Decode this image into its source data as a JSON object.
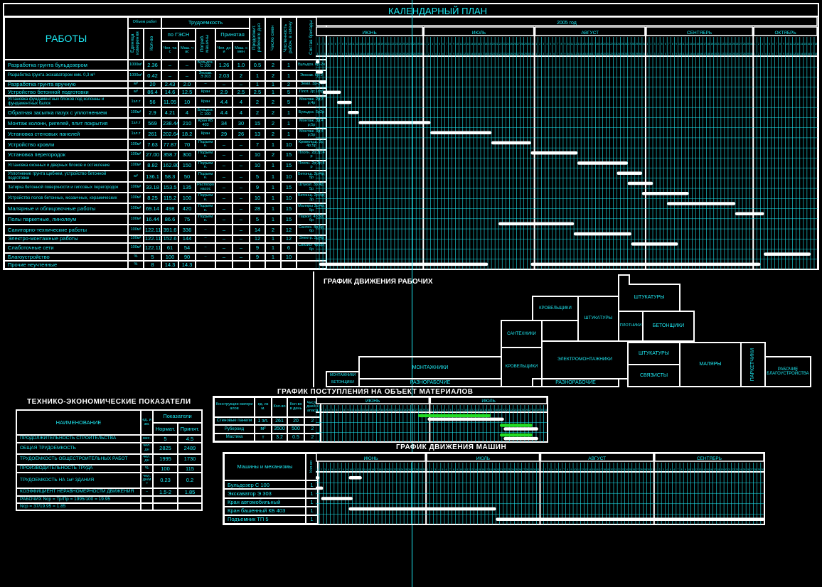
{
  "title": "КАЛЕНДАРНЫЙ ПЛАН",
  "year_label": "2005 год",
  "colors": {
    "cyan": "#1ee8f2",
    "white": "#ffffff",
    "green": "#22dd22",
    "background": "#000000"
  },
  "main_table": {
    "headers": {
      "works": "РАБОТЫ",
      "volume": "Объем работ",
      "unit": "Единица измерения",
      "qty": "Кол-во",
      "labor": "Трудоемкость",
      "gesn": "по ГЭСН",
      "man_hours": "Чел. час",
      "mach_hours": "Маш. час",
      "machines": "Потреб. машины",
      "accepted": "Принятая",
      "man_days": "Чел. дни",
      "mach_shifts": "Маш. смен",
      "duration": "Продолжит. рабочего дня",
      "shifts": "Число смен",
      "workers": "Численность рабоч. в смену",
      "brigade": "Состав бригады"
    },
    "rows": [
      [
        "Разработка грунта бульдозером",
        "1000м³",
        "2.36",
        "–",
        "–",
        "Бульдоз. С 100",
        "1.26",
        "1.0",
        "0.5",
        "2",
        "1",
        "Бульдоз. 6р-2ч"
      ],
      [
        "Разработка грунта экскаватором емк. 0,3 м³",
        "1000м³",
        "0.42",
        "–",
        "–",
        "Экскав. Э 303",
        "2.03",
        "2",
        "1",
        "2",
        "1",
        "Экскав. 6р-2"
      ],
      [
        "Разработка грунта вручную",
        "м³",
        "20",
        "2.43",
        "2.0",
        "–",
        "–",
        "–",
        "1",
        "1",
        "2",
        "Земл. 3р-2ч"
      ],
      [
        "Устройство бетонной подготовки",
        "м³",
        "86.4",
        "14.6",
        "12.5",
        "Кран",
        "2.9",
        "2.5",
        "2.5",
        "1",
        "5",
        "Плот. 2р;1отр"
      ],
      [
        "Установка фундаментных блоков под колонны и фундаментных балок",
        "1эл.т",
        "56",
        "11.05",
        "10",
        "Кран",
        "4.4",
        "4",
        "2",
        "2",
        "5",
        "Монтаж. 2р;3р;4р"
      ],
      [
        "Обратная засыпка пазух с уплотнением",
        "100м³",
        "2.9",
        "4.21",
        "4",
        "Бульдоз. С 100",
        "4.4",
        "4",
        "2",
        "2",
        "1",
        "Бульдоз. 6р2р"
      ],
      [
        "Монтаж колонн, ригелей, плит покрытия",
        "1эл.т",
        "569",
        "238.44",
        "210",
        "Кран КБ 403",
        "34",
        "30",
        "15",
        "2",
        "1",
        "Монтаж. 3р;4р;5р"
      ],
      [
        "Установка стеновых панелей",
        "1эл.т",
        "261",
        "202.64",
        "18.2",
        "Кран",
        "29",
        "26",
        "13",
        "2",
        "1",
        "Монтаж. 3р;4р;5р"
      ],
      [
        "Устройство кровли",
        "100м²",
        "7.63",
        "77.87",
        "70",
        "Подъемн.",
        "–",
        "–",
        "7",
        "1",
        "10",
        "Кровельщ. 3р;4р;5р"
      ],
      [
        "Установка перегородок",
        "100м²",
        "27.00",
        "358.7",
        "300",
        "Подъемн.",
        "–",
        "–",
        "10",
        "2",
        "15",
        "Плотн. 2р;3р;4р"
      ],
      [
        "Установка оконных и дверных блоков и остекление",
        "100м²",
        "8.82",
        "162.80",
        "150",
        "Подъемн.",
        "–",
        "–",
        "10",
        "1",
        "15",
        "Плотн. 2р;3р;4р"
      ],
      [
        "Уплотнение грунта щебнем, устройство бетонной подготовки",
        "м³",
        "136.1",
        "58.3",
        "50",
        "Подъемн.",
        "–",
        "–",
        "5",
        "1",
        "10",
        "Бетонщ. 2р;4р;5р"
      ],
      [
        "Затирка бетонной поверхности и гипсовых перегородок",
        "100м²",
        "33.18",
        "153.5",
        "135",
        "Растворонасос",
        "–",
        "–",
        "9",
        "1",
        "15",
        "Штукат. 3р;4р;5р"
      ],
      [
        "Устройство полов бетонных, мозаичных, керамических",
        "100м²",
        "8.25",
        "115.2",
        "100",
        "Подъемн.",
        "–",
        "–",
        "10",
        "1",
        "10",
        "Бетонщ. 2р;4р;3р"
      ],
      [
        "Малярные и облицовочные работы",
        "100м²",
        "69.14",
        "498",
        "420",
        "Подъемн.",
        "–",
        "–",
        "28",
        "1",
        "15",
        "Маляры 3р;4р;5р"
      ],
      [
        "Полы паркетные, линолеум",
        "100м²",
        "16.44",
        "86.6",
        "75",
        "Подъемн.",
        "–",
        "–",
        "5",
        "1",
        "15",
        "Паркет. 4р;5р;6р"
      ],
      [
        "Санитарно-технические работы",
        "100м³",
        "122.11",
        "391.6",
        "336",
        "–",
        "–",
        "–",
        "14",
        "2",
        "12",
        "Сантех. 4р;5р;6р"
      ],
      [
        "Электро-монтажные работы",
        "100м³",
        "122.11",
        "152.6",
        "144",
        "–",
        "–",
        "–",
        "12",
        "1",
        "12",
        "Электр. 3р;4р"
      ],
      [
        "Слаботочные сети",
        "100м³",
        "122.11",
        "61",
        "54",
        "–",
        "–",
        "–",
        "9",
        "1",
        "6",
        "Связист 4р;5р;6р"
      ],
      [
        "Благоустройство",
        "%",
        "5",
        "100",
        "90",
        "–",
        "–",
        "–",
        "9",
        "1",
        "10",
        ""
      ],
      [
        "Прочие неучтенные",
        "%",
        "8",
        "14.3",
        "14.3",
        "",
        "",
        "",
        "",
        "",
        "",
        ""
      ]
    ]
  },
  "main_gantt": {
    "months": [
      {
        "name": "ИЮНЬ",
        "days": 30
      },
      {
        "name": "ИЮЛЬ",
        "days": 31
      },
      {
        "name": "АВГУСТ",
        "days": 31
      },
      {
        "name": "СЕНТЯБРЬ",
        "days": 30
      },
      {
        "name": "ОКТЯБРЬ",
        "days": 18
      }
    ],
    "bars": [
      [
        [
          0,
          1
        ]
      ],
      [
        [
          0,
          2
        ]
      ],
      [
        [
          1,
          3
        ]
      ],
      [
        [
          2,
          7
        ]
      ],
      [
        [
          6,
          10
        ]
      ],
      [
        [
          9,
          12
        ]
      ],
      [
        [
          12,
          32
        ]
      ],
      [
        [
          32,
          49
        ]
      ],
      [
        [
          49,
          60
        ]
      ],
      [
        [
          60,
          73
        ]
      ],
      [
        [
          73,
          87
        ]
      ],
      [
        [
          84,
          91
        ]
      ],
      [
        [
          87,
          94
        ]
      ],
      [
        [
          91,
          104
        ]
      ],
      [
        [
          98,
          117
        ]
      ],
      [
        [
          117,
          125
        ]
      ],
      [
        [
          51,
          72
        ]
      ],
      [
        [
          72,
          88
        ]
      ],
      [
        [
          88,
          101
        ]
      ],
      [
        [
          125,
          138
        ]
      ],
      [
        [
          1,
          48
        ],
        [
          60,
          124
        ]
      ]
    ]
  },
  "workforce": {
    "title": "ГРАФИК ДВИЖЕНИЯ РАБОЧИХ",
    "crews": [
      "МОНТАЖНИКИ",
      "БЕТОНЩИКИ",
      "МОНТАЖНИКИ",
      "РАЗНОРАБОЧИЕ",
      "САНТЕХНИКИ",
      "КРОВЕЛЬЩИКИ",
      "КРОВЕЛЬЩИКИ",
      "ШТУКАТУРЫ",
      "ШТУКАТУРЫ",
      "ПЛОТНИКИ",
      "БЕТОНЩИКИ",
      "ЭЛЕКТРОМОНТАЖНИКИ",
      "РАЗНОРАБОЧИЕ",
      "ШТУКАТУРЫ",
      "СВЯЗИСТЫ",
      "МАЛЯРЫ",
      "ПАРКЕТЧИКИ",
      "РАБОЧИЕ БЛАГОУСТРОЙСТВА"
    ]
  },
  "tep": {
    "title": "ТЕХНИКО-ЭКОНОМИЧЕСКИЕ ПОКАЗАТЕЛИ",
    "headers": {
      "name": "НАИМЕНОВАНИЕ",
      "unit": "ед. изм.",
      "indicators": "Показатели",
      "norm": "Нормат.",
      "accepted": "Принят."
    },
    "rows": [
      [
        "ПРОДОЛЖИТЕЛЬНОСТЬ СТРОИТЕЛЬСТВА",
        "мес.",
        "5",
        "4.5"
      ],
      [
        "ОБЩАЯ ТРУДОЕМКОСТЬ",
        "чел. дн",
        "2825",
        "2489"
      ],
      [
        "ТРУДОЕМКОСТЬ ОБЩЕСТРОИТЕЛЬНЫХ РАБОТ",
        "чел. дн",
        "1995",
        "1730"
      ],
      [
        "ПРОИЗВОДИТЕЛЬНОСТЬ ТРУДА",
        "%",
        "100",
        "115"
      ],
      [
        "ТРУДОЕМКОСТЬ НА 1м³ ЗДАНИЯ",
        "чел.дн/м³",
        "0.23",
        "0.2"
      ],
      [
        "КОЭФФИЦИЕНТ НЕРАВНОМЕРНОСТИ ДВИЖЕНИЯ",
        "–",
        "1.5-2",
        "1.85"
      ],
      [
        "РАБОЧИХ Nср = Тр/Пр = 1995/100 = 19.95",
        "",
        "",
        ""
      ],
      [
        "Nср = 37/19.95 = 1.85",
        "",
        "",
        ""
      ]
    ]
  },
  "materials": {
    "title": "ГРАФИК ПОСТУПЛЕНИЯ НА ОБЪЕКТ МАТЕРИАЛОВ",
    "headers": [
      "Конструкции материалов",
      "ед. изм.",
      "Кол-во",
      "Кол-во в день",
      "Число дней запаса"
    ],
    "rows": [
      [
        "Стеновые панели",
        "1 эл.",
        "261",
        "20",
        "2"
      ],
      [
        "Рубероид",
        "м²",
        "3500",
        "500",
        "2"
      ],
      [
        "Мастика",
        "т",
        "3.2",
        "0.5",
        "2"
      ]
    ],
    "months": [
      {
        "name": "ИЮНЬ",
        "days": 30
      },
      {
        "name": "ИЮЛЬ",
        "days": 31
      }
    ],
    "delivery": [
      [
        [
          27,
          46
        ]
      ],
      [
        [
          48.5,
          57
        ]
      ],
      [
        [
          48.5,
          57
        ]
      ]
    ],
    "usage": [
      [
        [
          29.5,
          49.5
        ]
      ],
      [
        [
          49.5,
          58.5
        ]
      ],
      [
        [
          49.5,
          58.5
        ]
      ]
    ]
  },
  "machines": {
    "title": "ГРАФИК ДВИЖЕНИЯ МАШИН",
    "headers": {
      "name": "Машины и механизмы",
      "count": "Кол-во"
    },
    "rows": [
      [
        "Бульдозер С 100",
        "1"
      ],
      [
        "Экскаватор Э 303",
        "1"
      ],
      [
        "Кран автомобильный",
        "1"
      ],
      [
        "Кран башенный КБ 403",
        "1"
      ],
      [
        "Подъемник ТП 5",
        "1"
      ]
    ],
    "months": [
      {
        "name": "ИЮНЬ",
        "days": 30
      },
      {
        "name": "ИЮЛЬ",
        "days": 31
      },
      {
        "name": "АВГУСТ",
        "days": 31
      },
      {
        "name": "СЕНТЯБРЬ",
        "days": 30
      }
    ],
    "bars": [
      [
        [
          0,
          1
        ],
        [
          9,
          12.5
        ]
      ],
      [
        [
          0,
          2
        ]
      ],
      [
        [
          1.5,
          10
        ]
      ],
      [
        [
          9,
          49
        ]
      ],
      [
        [
          49,
          122
        ]
      ]
    ]
  }
}
